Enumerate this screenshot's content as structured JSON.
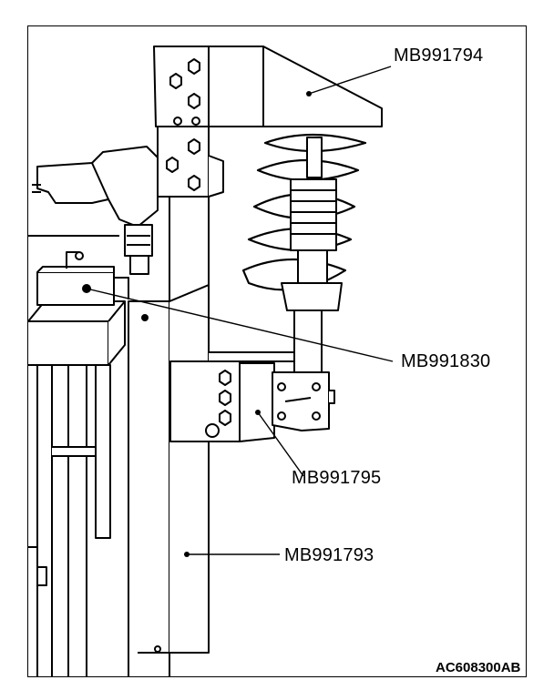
{
  "callouts": {
    "top": "MB991794",
    "middle": "MB991830",
    "lower": "MB991795",
    "bottom": "MB991793"
  },
  "figure_id": "AC608300AB"
}
